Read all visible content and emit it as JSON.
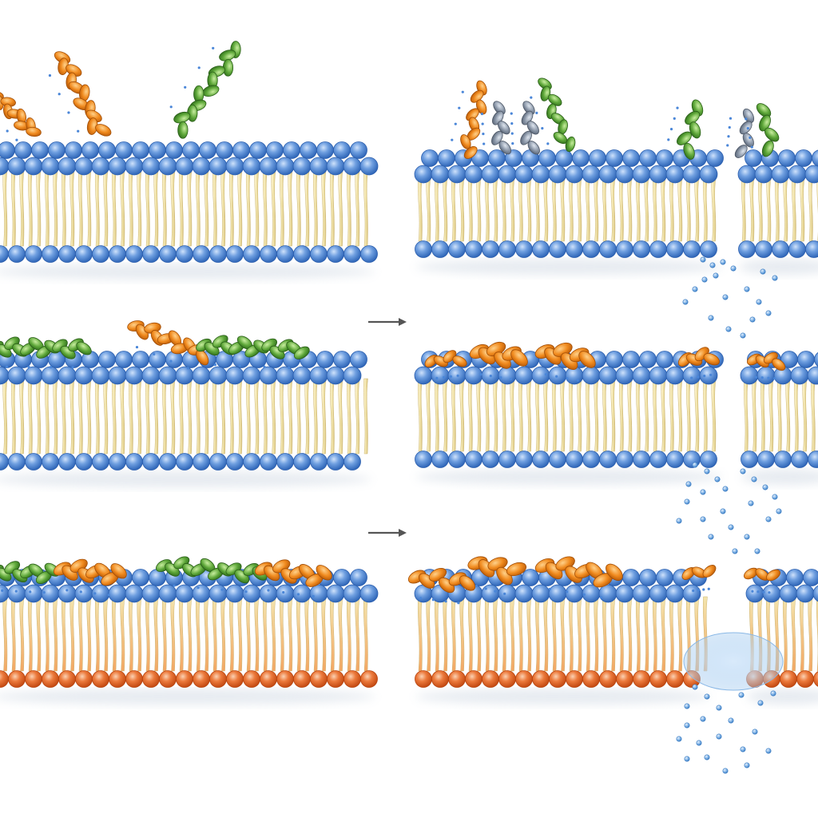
{
  "colors": {
    "headgroup_blue": "#4a86d8",
    "headgroup_blue_light": "#8fb9ee",
    "headgroup_orange": "#e8652a",
    "tail_yellow": "#f1e2a6",
    "tail_yellow_dark": "#d8c27a",
    "peptide_orange": "#f08a1e",
    "peptide_green": "#5fa83a",
    "peptide_gray": "#8d99aa",
    "water_blue": "#5b9bd5",
    "arrow_gray": "#555555"
  },
  "icons": {
    "arrow": "right-arrow-icon",
    "peptide": "helix-peptide-icon",
    "droplet": "water-droplet-icon"
  },
  "rows": [
    {
      "name": "row-1",
      "stage_before": "peptides-approaching-membrane",
      "stage_after": "peptides-inserted-pore-formed",
      "lower_leaflet_color": "blue",
      "arrow_shown": false
    },
    {
      "name": "row-2",
      "stage_before": "peptides-adsorbed-on-surface",
      "stage_after": "peptides-aggregated-pore-formed",
      "lower_leaflet_color": "blue",
      "arrow_shown": true
    },
    {
      "name": "row-3",
      "stage_before": "peptides-adsorbed-asymmetric-membrane",
      "stage_after": "peptides-aggregated-leakage",
      "lower_leaflet_color": "orange",
      "arrow_shown": true
    }
  ]
}
